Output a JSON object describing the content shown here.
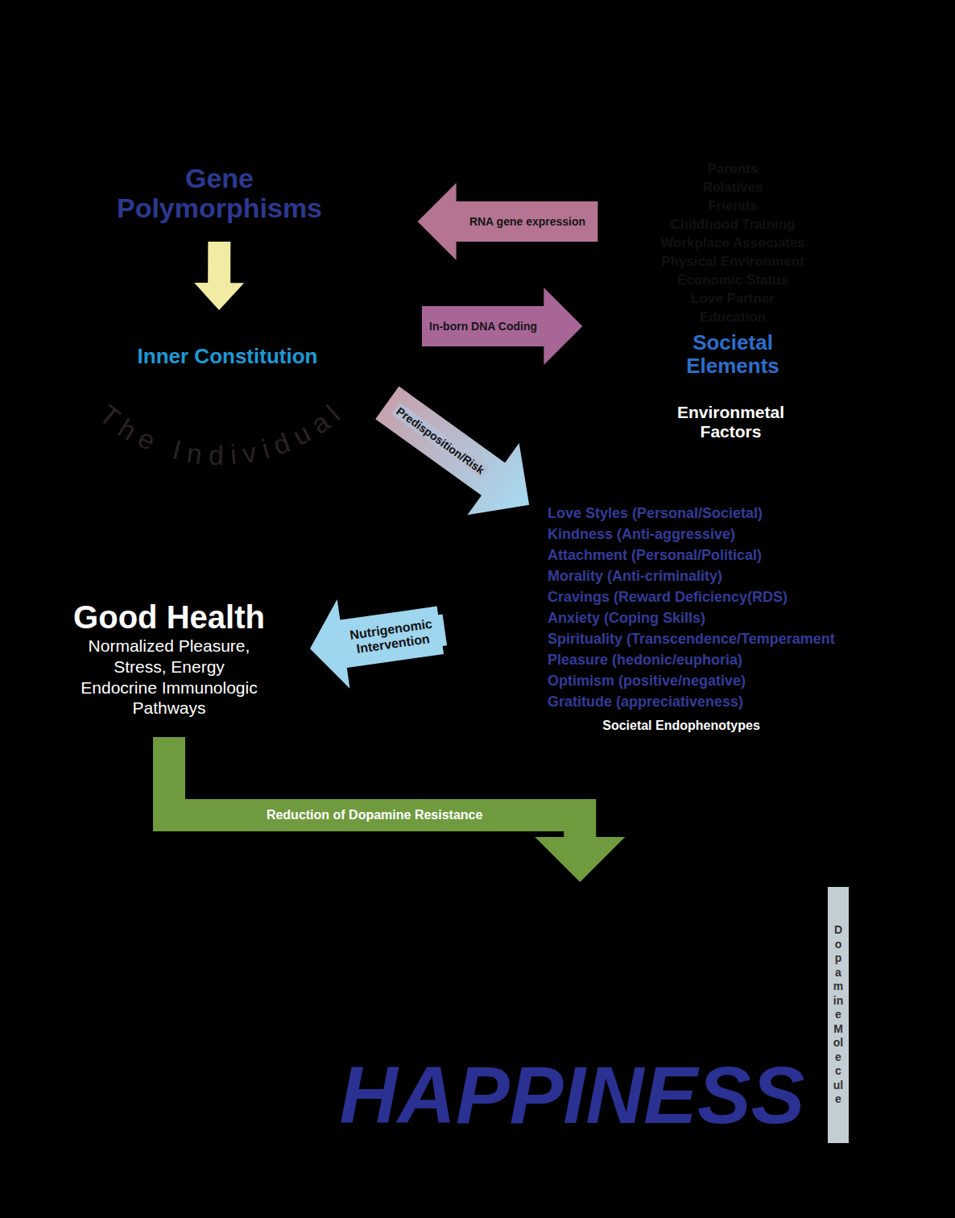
{
  "diagram": {
    "nodes": [
      {
        "text": [
          "The Individual"
        ]
      },
      {
        "text": [
          "Gene Polymorphisms"
        ],
        "in": 0
      },
      {
        "text": [
          "Inner Constitution"
        ],
        "in": 0
      },
      {
        "text": [
          "Environmetal Factors"
        ]
      },
      {
        "text": [
          "Parents",
          "Relatives",
          "Friends",
          "Childhood Training",
          "Workplace Associates",
          "Physical Environment",
          "Economic Status",
          "Love Partner",
          "Education",
          "Societal Elements"
        ],
        "in": 3
      },
      {
        "text": [
          "Love Styles (Personal/Societal)",
          "Kindness (Anti-aggressive)",
          "Attachment (Personal/Political)",
          "Morality (Anti-criminality)",
          "Cravings (Reward Deficiency(RDS)",
          "Anxiety (Coping Skills)",
          "Spirituality (Transcendence/Temperament",
          "Pleasure (hedonic/euphoria)",
          "Optimism (positive/negative)",
          "Gratitude (appreciativeness)"
        ]
      },
      {
        "text": [
          "Societal Endophenotypes"
        ],
        "in": 5
      },
      {
        "text": [
          "Good Health",
          "Normalized Pleasure, Stress, Energy Endocrine Immunologic Pathways"
        ]
      },
      {
        "text": [
          "HAPPINESS",
          "Dopamine Molecule"
        ]
      }
    ],
    "edges": [
      {
        "from": 1,
        "to": 2,
        "arrow": "to"
      },
      {
        "from": 3,
        "to": 0,
        "label": "RNA gene expression",
        "arrow": "to"
      },
      {
        "from": 0,
        "to": 3,
        "label": "In-born DNA Coding",
        "arrow": "to"
      },
      {
        "from": 0,
        "to": 5,
        "label": "Predisposition/Risk",
        "arrow": "to"
      },
      {
        "from": 5,
        "to": 7,
        "label": "Nutrigenomic Intervention",
        "arrow": "to"
      },
      {
        "from": 7,
        "to": 8,
        "label": "Reduction of Dopamine Resistance",
        "arrow": "to"
      }
    ]
  }
}
